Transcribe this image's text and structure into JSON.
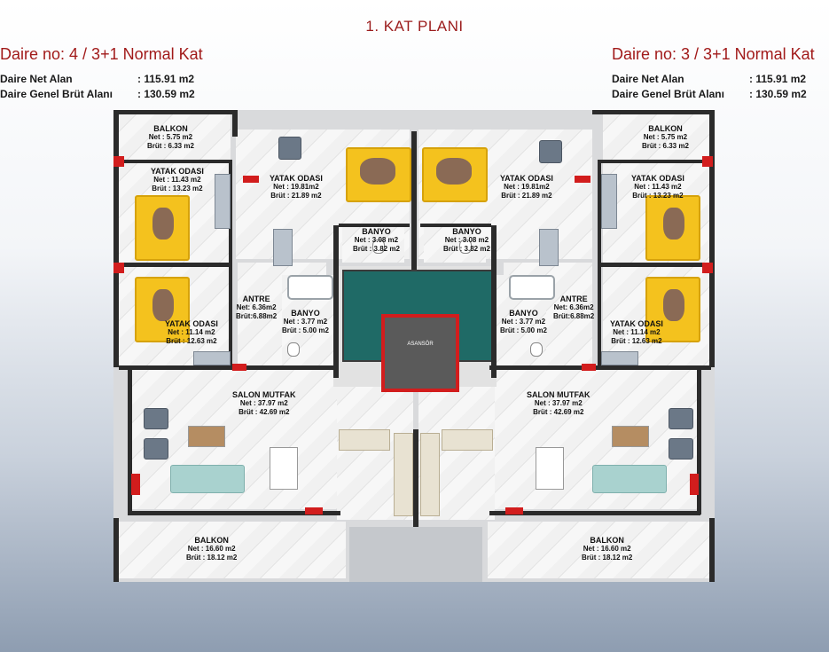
{
  "title": "1. KAT PLANI",
  "left_unit": {
    "heading": "Daire no:  4  / 3+1 Normal Kat",
    "net_label": "Daire Net Alan",
    "net_value": ":  115.91 m2",
    "gross_label": "Daire Genel Brüt Alanı",
    "gross_value": ":  130.59 m2"
  },
  "right_unit": {
    "heading": "Daire no:  3  / 3+1 Normal Kat",
    "net_label": "Daire Net Alan",
    "net_value": ":  115.91 m2",
    "gross_label": "Daire Genel Brüt Alanı",
    "gross_value": ":  130.59 m2"
  },
  "rooms": {
    "l_balkon_top": {
      "name": "BALKON",
      "net": "Net  : 5.75 m2",
      "brut": "Brüt : 6.33 m2"
    },
    "l_yatak1": {
      "name": "YATAK ODASI",
      "net": "Net  : 11.43 m2",
      "brut": "Brüt : 13.23 m2"
    },
    "l_yatak_master": {
      "name": "YATAK ODASI",
      "net": "Net  : 19.81m2",
      "brut": "Brüt  : 21.89 m2"
    },
    "l_banyo1": {
      "name": "BANYO",
      "net": "Net : 3.08 m2",
      "brut": "Brüt : 3.82 m2"
    },
    "l_antre": {
      "name": "ANTRE",
      "net": "Net: 6.36m2",
      "brut": "Brüt:6.88m2"
    },
    "l_banyo2": {
      "name": "BANYO",
      "net": "Net  : 3.77 m2",
      "brut": "Brüt : 5.00 m2"
    },
    "l_yatak2": {
      "name": "YATAK ODASI",
      "net": "Net  : 11.14 m2",
      "brut": "Brüt : 12.63 m2"
    },
    "l_salon": {
      "name": "SALON MUTFAK",
      "net": "Net  : 37.97 m2",
      "brut": "Brüt : 42.69 m2"
    },
    "l_balkon_bottom": {
      "name": "BALKON",
      "net": "Net  : 16.60 m2",
      "brut": "Brüt : 18.12 m2"
    },
    "r_balkon_top": {
      "name": "BALKON",
      "net": "Net  : 5.75 m2",
      "brut": "Brüt : 6.33 m2"
    },
    "r_yatak1": {
      "name": "YATAK ODASI",
      "net": "Net  : 11.43 m2",
      "brut": "Brüt : 13.23 m2"
    },
    "r_yatak_master": {
      "name": "YATAK ODASI",
      "net": "Net  : 19.81m2",
      "brut": "Brüt : 21.89 m2"
    },
    "r_banyo1": {
      "name": "BANYO",
      "net": "Net : 3.08 m2",
      "brut": "Brüt : 3.82 m2"
    },
    "r_antre": {
      "name": "ANTRE",
      "net": "Net: 6.36m2",
      "brut": "Brüt:6.88m2"
    },
    "r_banyo2": {
      "name": "BANYO",
      "net": "Net  : 3.77 m2",
      "brut": "Brüt : 5.00 m2"
    },
    "r_yatak2": {
      "name": "YATAK ODASI",
      "net": "Net  : 11.14 m2",
      "brut": "Brüt : 12.63 m2"
    },
    "r_salon": {
      "name": "SALON MUTFAK",
      "net": "Net  : 37.97 m2",
      "brut": "Brüt : 42.69 m2"
    },
    "r_balkon_bottom": {
      "name": "BALKON",
      "net": "Net  : 16.60 m2",
      "brut": "Brüt : 18.12 m2"
    }
  },
  "core": {
    "elevator_label": "ASANSÖR"
  },
  "colors": {
    "accent_red": "#a11a1a",
    "door_red": "#d21d1d",
    "stair_teal": "#1f6a66",
    "bed_yellow": "#f4c21e"
  }
}
